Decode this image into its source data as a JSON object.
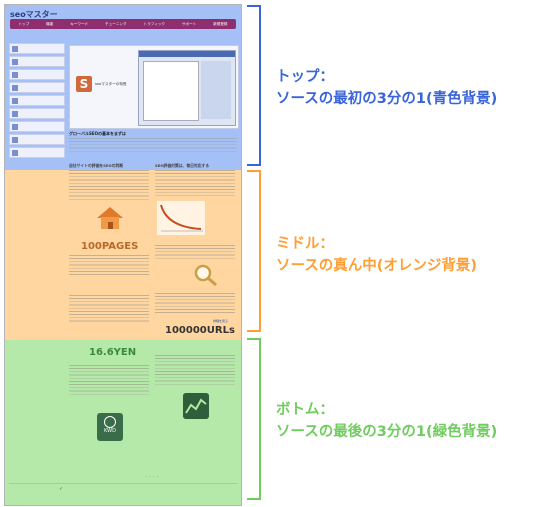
{
  "header": {
    "logo_text": "seoマスター",
    "nav_items": [
      "トップ",
      "機能",
      "キーワード",
      "チューニング",
      "トラフィック",
      "サポート",
      "新規登録"
    ]
  },
  "page": {
    "feature_caption": "seoマスターの特長",
    "intro_title": "グローバルSEOの基本をまずは",
    "col1_title": "自社サイトの評価をSEOの判断",
    "col2_title": "SEO評価対策は、毎日対応する",
    "pages_figure": "100PAGES",
    "urls_figure": "100000URLs",
    "yen_figure": "16.6YEN",
    "kwd_label": "KWD",
    "more_link": "詳細を見る"
  },
  "annotations": {
    "top": {
      "line1": "トップ：",
      "line2": "ソースの最初の3分の1(青色背景)",
      "color": "#3a65d8"
    },
    "middle": {
      "line1": "ミドル：",
      "line2": "ソースの真ん中(オレンジ背景)",
      "color": "#ff9e33"
    },
    "bottom": {
      "line1": "ボトム：",
      "line2": "ソースの最後の3分の1(緑色背景)",
      "color": "#6fcc5e"
    }
  },
  "colors": {
    "top_band": "#5a8cf0",
    "middle_band": "#ffb252",
    "bottom_band": "#78d764"
  },
  "icons": [
    "house-icon",
    "decay-chart-icon",
    "magnifier-icon",
    "kwd-icon",
    "line-graph-icon"
  ]
}
